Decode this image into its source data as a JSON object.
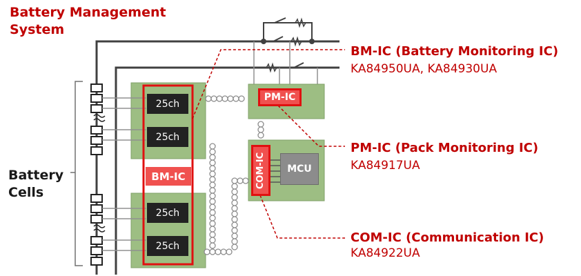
{
  "title": [
    "Battery Management",
    "System"
  ],
  "cells_label": [
    "Battery",
    "Cells"
  ],
  "bm_ic": {
    "title": "BM-IC (Battery Monitoring IC)",
    "parts": "KA84950UA, KA84930UA",
    "label": "BM-IC",
    "chips": [
      "25ch",
      "25ch",
      "25ch",
      "25ch"
    ]
  },
  "pm_ic": {
    "title": "PM-IC (Pack Monitoring IC)",
    "parts": "KA84917UA",
    "label": "PM-IC"
  },
  "com_ic": {
    "title": "COM-IC (Communication IC)",
    "parts": "KA84922UA",
    "label": "COM-IC"
  },
  "mcu_label": "MCU",
  "colors": {
    "accent": "#c00000",
    "board_green": "#9dbe83",
    "ic_red": "#f0514f",
    "chip_black": "#222222",
    "wire": "#404040"
  }
}
